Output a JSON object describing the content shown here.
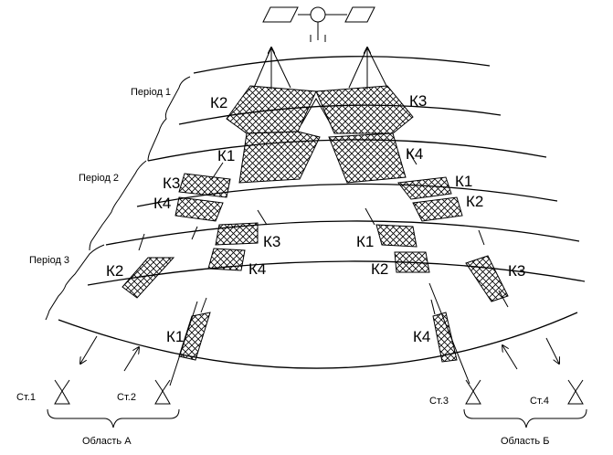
{
  "periods": [
    "Період 1",
    "Період 2",
    "Період 3"
  ],
  "stations": [
    "Ст.1",
    "Ст.2",
    "Ст.3",
    "Ст.4"
  ],
  "areas": [
    "Область А",
    "Область Б"
  ],
  "channels": {
    "p1_left": "К2",
    "p1_right": "К3",
    "p1b_left": "К1",
    "p1b_right": "К4",
    "p2_left_top": "К3",
    "p2_left_bottom": "К4",
    "p2_right_top": "К1",
    "p2_right_bottom": "К2",
    "p2_center_left": "К3",
    "p2_center_right": "К1",
    "p2b_center_left": "К4",
    "p2b_center_right": "К2",
    "p3_left": "К2",
    "p3_right": "К3",
    "p3b_left": "К1",
    "p3b_right": "К4"
  }
}
